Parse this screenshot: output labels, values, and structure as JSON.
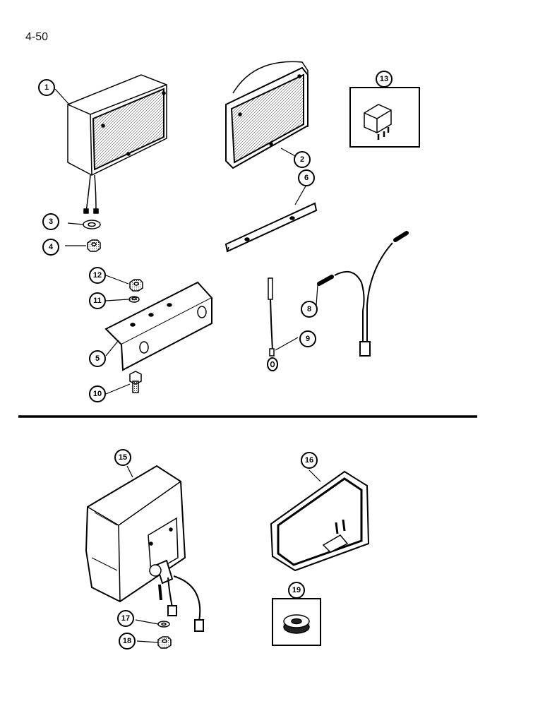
{
  "page": {
    "number": "4-50"
  },
  "callouts": [
    {
      "id": "c1",
      "label": "1"
    },
    {
      "id": "c2",
      "label": "2"
    },
    {
      "id": "c3",
      "label": "3"
    },
    {
      "id": "c4",
      "label": "4"
    },
    {
      "id": "c5",
      "label": "5"
    },
    {
      "id": "c6",
      "label": "6"
    },
    {
      "id": "c8",
      "label": "8"
    },
    {
      "id": "c9",
      "label": "9"
    },
    {
      "id": "c10",
      "label": "10"
    },
    {
      "id": "c11",
      "label": "11"
    },
    {
      "id": "c12",
      "label": "12"
    },
    {
      "id": "c13",
      "label": "13"
    },
    {
      "id": "c15",
      "label": "15"
    },
    {
      "id": "c16",
      "label": "16"
    },
    {
      "id": "c17",
      "label": "17"
    },
    {
      "id": "c18",
      "label": "18"
    },
    {
      "id": "c19",
      "label": "19"
    }
  ]
}
